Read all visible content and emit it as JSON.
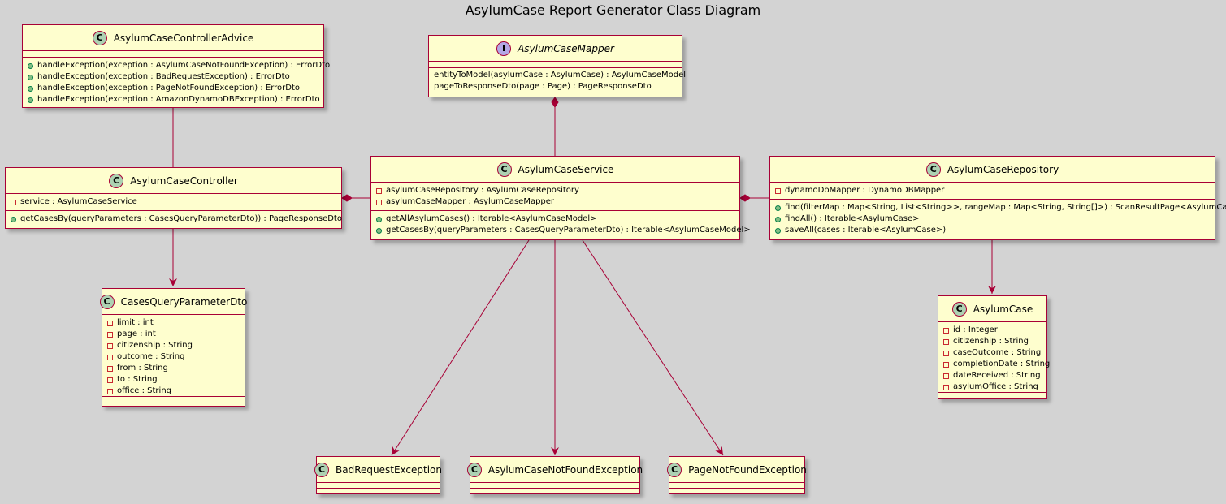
{
  "title": "AsylumCase Report Generator Class Diagram",
  "colors": {
    "background": "#d3d3d3",
    "class_fill": "#fefece",
    "border": "#a80036",
    "class_badge": "#add1b2",
    "interface_badge": "#b4a7e5"
  },
  "classes": {
    "advice": {
      "kind": "C",
      "name": "AsylumCaseControllerAdvice",
      "fields": [],
      "methods": [
        "handleException(exception : AsylumCaseNotFoundException) : ErrorDto",
        "handleException(exception : BadRequestException) : ErrorDto",
        "handleException(exception : PageNotFoundException) : ErrorDto",
        "handleException(exception : AmazonDynamoDBException) : ErrorDto"
      ]
    },
    "mapper": {
      "kind": "I",
      "name": "AsylumCaseMapper",
      "fields": [],
      "methods": [
        "entityToModel(asylumCase : AsylumCase) : AsylumCaseModel",
        "pageToResponseDto(page : Page) : PageResponseDto"
      ]
    },
    "controller": {
      "kind": "C",
      "name": "AsylumCaseController",
      "fields": [
        "service : AsylumCaseService"
      ],
      "methods": [
        "getCasesBy(queryParameters : CasesQueryParameterDto)) : PageResponseDto"
      ]
    },
    "service": {
      "kind": "C",
      "name": "AsylumCaseService",
      "fields": [
        "asylumCaseRepository : AsylumCaseRepository",
        "asylumCaseMapper : AsylumCaseMapper"
      ],
      "methods": [
        "getAllAsylumCases() : Iterable<AsylumCaseModel>",
        "getCasesBy(queryParameters : CasesQueryParameterDto) : Iterable<AsylumCaseModel>"
      ]
    },
    "repository": {
      "kind": "C",
      "name": "AsylumCaseRepository",
      "fields": [
        "dynamoDbMapper : DynamoDBMapper"
      ],
      "methods": [
        "find(filterMap : Map<String, List<String>>, rangeMap : Map<String, String[]>) : ScanResultPage<AsylumCase>",
        "findAll() : Iterable<AsylumCase>",
        "saveAll(cases : Iterable<AsylumCase>)"
      ]
    },
    "dto": {
      "kind": "C",
      "name": "CasesQueryParameterDto",
      "fields": [
        "limit : int",
        "page : int",
        "citizenship : String",
        "outcome : String",
        "from : String",
        "to : String",
        "office : String"
      ],
      "methods": []
    },
    "asylumcase": {
      "kind": "C",
      "name": "AsylumCase",
      "fields": [
        "id : Integer",
        "citizenship : String",
        "caseOutcome : String",
        "completionDate : String",
        "dateReceived : String",
        "asylumOffice : String"
      ],
      "methods": []
    },
    "badreq": {
      "kind": "C",
      "name": "BadRequestException",
      "fields": [],
      "methods": []
    },
    "notfound": {
      "kind": "C",
      "name": "AsylumCaseNotFoundException",
      "fields": [],
      "methods": []
    },
    "pagenf": {
      "kind": "C",
      "name": "PageNotFoundException",
      "fields": [],
      "methods": []
    }
  }
}
